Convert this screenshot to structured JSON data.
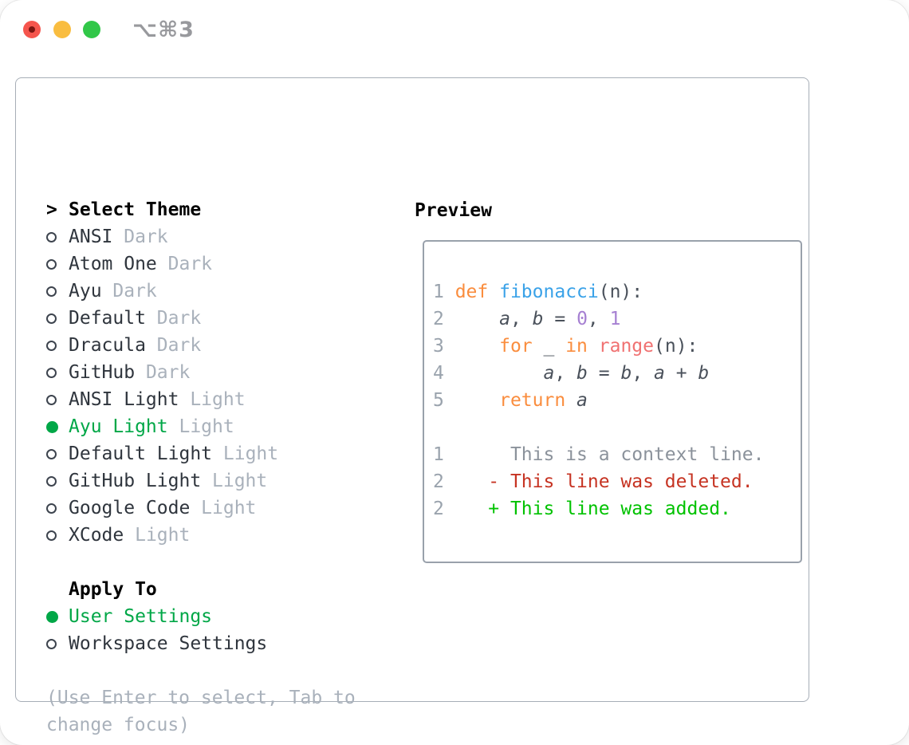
{
  "window": {
    "title": "⌥⌘3"
  },
  "traffic_lights": {
    "close": "close",
    "minimize": "minimize",
    "zoom": "zoom"
  },
  "sidebar": {
    "header": {
      "prefix": ">",
      "label": "Select Theme"
    },
    "items": [
      {
        "name": "ANSI",
        "variant": "Dark",
        "selected": false
      },
      {
        "name": "Atom One",
        "variant": "Dark",
        "selected": false
      },
      {
        "name": "Ayu",
        "variant": "Dark",
        "selected": false
      },
      {
        "name": "Default",
        "variant": "Dark",
        "selected": false
      },
      {
        "name": "Dracula",
        "variant": "Dark",
        "selected": false
      },
      {
        "name": "GitHub",
        "variant": "Dark",
        "selected": false
      },
      {
        "name": "ANSI Light",
        "variant": "Light",
        "selected": false
      },
      {
        "name": "Ayu Light",
        "variant": "Light",
        "selected": true
      },
      {
        "name": "Default Light",
        "variant": "Light",
        "selected": false
      },
      {
        "name": "GitHub Light",
        "variant": "Light",
        "selected": false
      },
      {
        "name": "Google Code",
        "variant": "Light",
        "selected": false
      },
      {
        "name": "XCode",
        "variant": "Light",
        "selected": false
      }
    ],
    "apply_to": {
      "label": "Apply To",
      "options": [
        {
          "label": "User Settings",
          "selected": true
        },
        {
          "label": "Workspace Settings",
          "selected": false
        }
      ]
    },
    "hint": "(Use Enter to select, Tab to change focus)"
  },
  "preview": {
    "label": "Preview",
    "lines": [
      [
        [
          "ln",
          "1 "
        ],
        [
          "kw",
          "def"
        ],
        [
          "fg",
          " "
        ],
        [
          "fn",
          "fibonacci"
        ],
        [
          "fg",
          "(n):"
        ]
      ],
      [
        [
          "ln",
          "2 "
        ],
        [
          "fg",
          "    "
        ],
        [
          "v",
          "a"
        ],
        [
          "fg",
          ", "
        ],
        [
          "v",
          "b"
        ],
        [
          "fg",
          " = "
        ],
        [
          "num",
          "0"
        ],
        [
          "fg",
          ", "
        ],
        [
          "num",
          "1"
        ]
      ],
      [
        [
          "ln",
          "3 "
        ],
        [
          "fg",
          "    "
        ],
        [
          "kw",
          "for"
        ],
        [
          "fg",
          " _ "
        ],
        [
          "kw",
          "in"
        ],
        [
          "fg",
          " "
        ],
        [
          "call",
          "range"
        ],
        [
          "fg",
          "(n):"
        ]
      ],
      [
        [
          "ln",
          "4 "
        ],
        [
          "fg",
          "        "
        ],
        [
          "v",
          "a"
        ],
        [
          "fg",
          ", "
        ],
        [
          "v",
          "b"
        ],
        [
          "fg",
          " = "
        ],
        [
          "v",
          "b"
        ],
        [
          "fg",
          ", "
        ],
        [
          "v",
          "a"
        ],
        [
          "fg",
          " + "
        ],
        [
          "v",
          "b"
        ]
      ],
      [
        [
          "ln",
          "5 "
        ],
        [
          "fg",
          "    "
        ],
        [
          "kw",
          "return"
        ],
        [
          "fg",
          " "
        ],
        [
          "v",
          "a"
        ]
      ],
      [],
      [
        [
          "ln",
          "1 "
        ],
        [
          "ctx",
          "     This is a context line."
        ]
      ],
      [
        [
          "ln",
          "2 "
        ],
        [
          "del",
          "   - This line was deleted."
        ]
      ],
      [
        [
          "ln",
          "2 "
        ],
        [
          "add",
          "   + This line was added."
        ]
      ]
    ]
  },
  "colors": {
    "red": "#f5554d",
    "redDot": "#7b1511",
    "yellow": "#f9bd40",
    "green": "#31c748",
    "titleGray": "#98999d",
    "panelBorder": "#a7aeb7",
    "boxBorder": "#99a1ab",
    "text": "#2f353d",
    "suffix": "#a9b1bb",
    "hint": "#a9b1bb",
    "selGreen": "#00a747",
    "circle": "#3d444e",
    "ln": "#9aa3ad",
    "fg": "#4a515b",
    "ctx": "#8b929b",
    "kw": "#fa8d3e",
    "fn": "#3aa2e8",
    "num": "#a680d2",
    "call": "#f07171",
    "del": "#c63322",
    "add": "#00c200"
  }
}
